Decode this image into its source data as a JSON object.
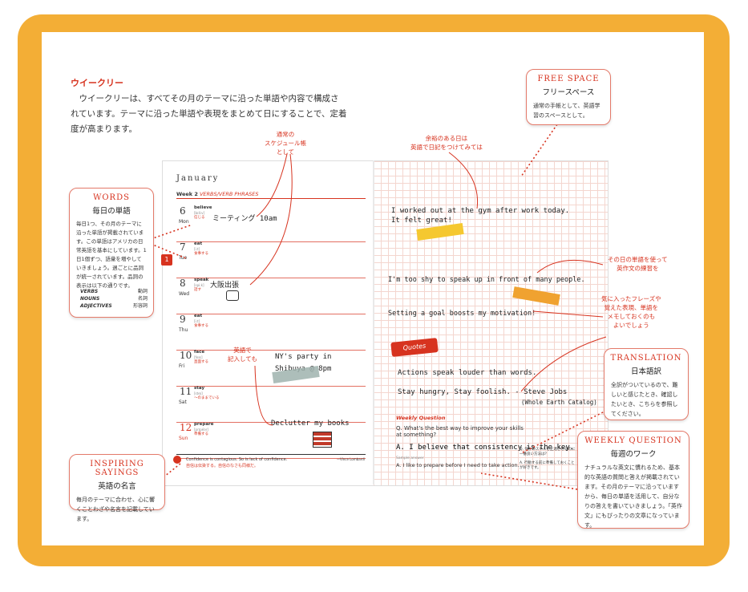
{
  "heading": "ウイークリー",
  "intro": "　ウイークリーは、すべてその月のテーマに沿った単語や内容で構成されています。テーマに沿った単語や表現をまとめて日にすることで、定着度が高まります。",
  "diary": {
    "month": "January",
    "week_label": "Week 2",
    "week_theme": "VERBS/VERB PHRASES",
    "tab": "1",
    "days": [
      {
        "num": "6",
        "name": "Mon",
        "word": "believe",
        "pron": "[bɪlíːv]",
        "meaning": "信じる",
        "note": "ミーティング 10am"
      },
      {
        "num": "7",
        "name": "Tue",
        "word": "eat",
        "pron": "[iːt]",
        "meaning": "食事する",
        "note": ""
      },
      {
        "num": "8",
        "name": "Wed",
        "word": "speak",
        "pron": "[spiːk]",
        "meaning": "話す",
        "note": "大阪出張"
      },
      {
        "num": "9",
        "name": "Thu",
        "word": "eat",
        "pron": "[iːt]",
        "meaning": "食事する",
        "note": ""
      },
      {
        "num": "10",
        "name": "Fri",
        "word": "face",
        "pron": "[feɪs]",
        "meaning": "直面する",
        "note": "NY's party in Shibuya @ 8pm"
      },
      {
        "num": "11",
        "name": "Sat",
        "word": "stay",
        "pron": "[steɪ]",
        "meaning": "～のままでいる",
        "note": ""
      },
      {
        "num": "12",
        "name": "Sun",
        "word": "prepare",
        "pron": "[prɪpéər]",
        "meaning": "準備する",
        "note": "Declutter my books"
      }
    ],
    "quote_en": "Confidence is contagious. So is lack of confidence.",
    "quote_ja": "自信は伝染する。自信のなさも同様だ。",
    "quote_author": "—Vince Lombardi"
  },
  "grid_page": {
    "line1": "I worked out at the gym after work today.",
    "line2": "It felt great!",
    "line3": "I'm too shy to speak up in front of many people.",
    "line4": "Setting a goal boosts my motivation!",
    "quotes_badge": "Quotes",
    "quote1": "Actions speak louder than words.",
    "quote2": "Stay hungry, Stay foolish. - Steve Jobs",
    "quote2_src": "(Whole Earth Catalog)",
    "wq_title": "Weekly Question",
    "wq_question": "Q. What's the best way to improve your skills at something?",
    "wq_answer": "A. I believe that consistency is the key.",
    "wq_sample_label": "Sample answer",
    "wq_sample": "A. I like to prepare before I need to take action.",
    "wq_ja_q": "Q. 何かのスキルを上達させるのに一番良い方法は？",
    "wq_ja_a": "A. 行動する前に準備しておくことが好きです。"
  },
  "notes": {
    "schedule": "通常の\nスケジュール帳\nとして",
    "free_day": "余裕のある日は\n英語で日記をつけてみては",
    "use_word": "その日の単語を使って\n英作文の練習を",
    "phrases": "気に入ったフレーズや\n覚えた表現、単語を\nメモしておくのも\nよいでしょう",
    "diary_en": "英語で\n記入しても"
  },
  "callouts": {
    "words": {
      "title": "WORDS",
      "sub": "毎日の単語",
      "body": "毎日1つ、その月のテーマに沿った単語が掲載されています。この単語はアメリカの日常英語を基本にしています。1日1個ずつ、語彙を増やしていきましょう。週ごとに品詞が統一されています。品詞の表示は以下の通りです。",
      "pos": [
        [
          "VERBS",
          "動詞"
        ],
        [
          "NOUNS",
          "名詞"
        ],
        [
          "ADJECTIVES",
          "形容詞"
        ]
      ]
    },
    "free": {
      "title": "FREE SPACE",
      "sub": "フリースペース",
      "body": "通常の手帳として、英語学習のスペースとして。"
    },
    "translation": {
      "title": "TRANSLATION",
      "sub": "日本語訳",
      "body": "全訳がついているので、難しいと感じたとき、確認したいとき、こちらを参照してください。"
    },
    "weekly": {
      "title": "WEEKLY QUESTION",
      "sub": "毎週のワーク",
      "body": "ナチュラルな英文に慣れるため、基本的な英語の質問と答えが掲載されています。その月のテーマに沿っていますから、毎日の単語を活用して、自分なりの答えを書いていきましょう。「英作文」にもぴったりの文章になっています。"
    },
    "sayings": {
      "title": "INSPIRING SAYINGS",
      "sub": "英語の名言",
      "body": "毎月のテーマに合わせ、心に響くことわざや名言を記載しています。"
    }
  },
  "colors": {
    "frame": "#f3ae36",
    "accent": "#d7331f",
    "grid": "#f4d6cf"
  }
}
